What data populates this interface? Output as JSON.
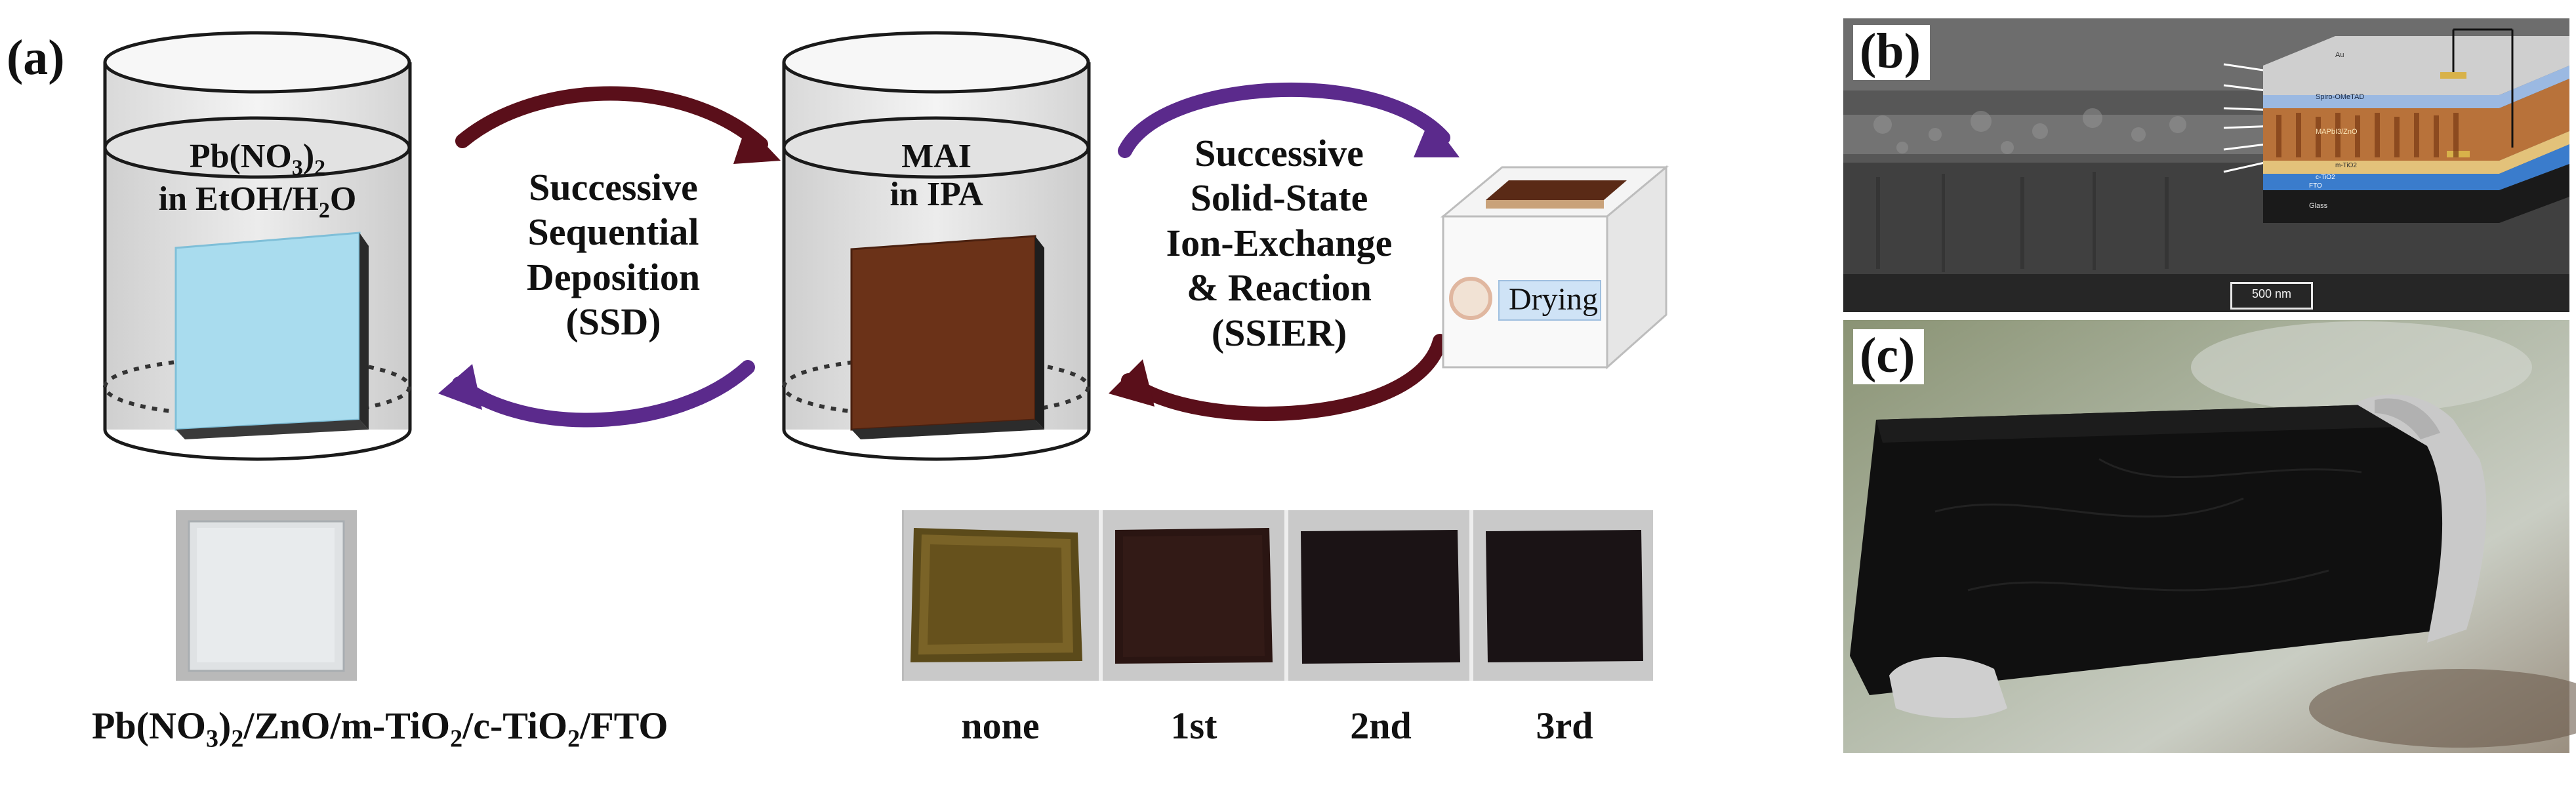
{
  "panel_a": {
    "label": "(a)",
    "beaker1": {
      "line1": "Pb(NO",
      "sub1": "3",
      "line1b": ")",
      "sub2": "2",
      "line2": "in EtOH/H",
      "sub3": "2",
      "line2b": "O"
    },
    "arrow_left_text": [
      "Successive",
      "Sequential",
      "Deposition",
      "(SSD)"
    ],
    "beaker2": {
      "line1": "MAI",
      "line2": "in IPA"
    },
    "arrow_right_text": [
      "Successive",
      "Solid-State",
      "Ion-Exchange",
      "& Reaction",
      "(SSIER)"
    ],
    "drying_label": "Drying",
    "substrate_caption": {
      "parts": [
        "Pb(NO",
        "3",
        ")",
        "2",
        "/ZnO/m-TiO",
        "2",
        "/c-TiO",
        "2",
        "/FTO"
      ]
    },
    "sample_labels": [
      "none",
      "1st",
      "2nd",
      "3rd"
    ]
  },
  "panel_b": {
    "label": "(b)",
    "scale_bar": "500 nm",
    "stack_labels": [
      "Au",
      "Spiro-OMeTAD",
      "MAPbI3/ZnO",
      "m-TiO2",
      "c-TiO2",
      "FTO",
      "Glass"
    ]
  },
  "panel_c": {
    "label": "(c)"
  },
  "colors": {
    "arrow_dark_red": "#5a0f1a",
    "arrow_purple": "#5b2a8c",
    "substrate_blue": "#a9dcee",
    "film_brown": "#6b3218",
    "drying_fill": "#cfe3f6"
  }
}
